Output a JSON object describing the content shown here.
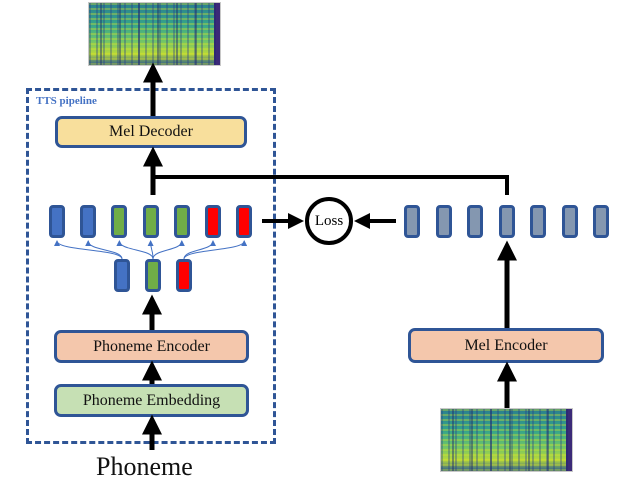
{
  "diagram": {
    "pipeline_label": "TTS pipeline",
    "mel_decoder": "Mel Decoder",
    "phoneme_encoder": "Phoneme Encoder",
    "phoneme_embedding": "Phoneme Embedding",
    "phoneme_input": "Phoneme",
    "loss": "Loss",
    "mel_encoder": "Mel Encoder",
    "colors": {
      "border": "#2f5596",
      "decoder_fill": "#f8df9c",
      "encoder_fill": "#f4c7ac",
      "embedding_fill": "#c6e0b4",
      "token_blue": "#4472c4",
      "token_green": "#70ad47",
      "token_red": "#ff0000",
      "token_gray": "#8497b0"
    },
    "expanded_tokens": [
      "blue",
      "blue",
      "green",
      "green",
      "green",
      "red",
      "red"
    ],
    "phoneme_tokens": [
      "blue",
      "green",
      "red"
    ],
    "target_tokens": [
      "gray",
      "gray",
      "gray",
      "gray",
      "gray",
      "gray",
      "gray"
    ]
  }
}
